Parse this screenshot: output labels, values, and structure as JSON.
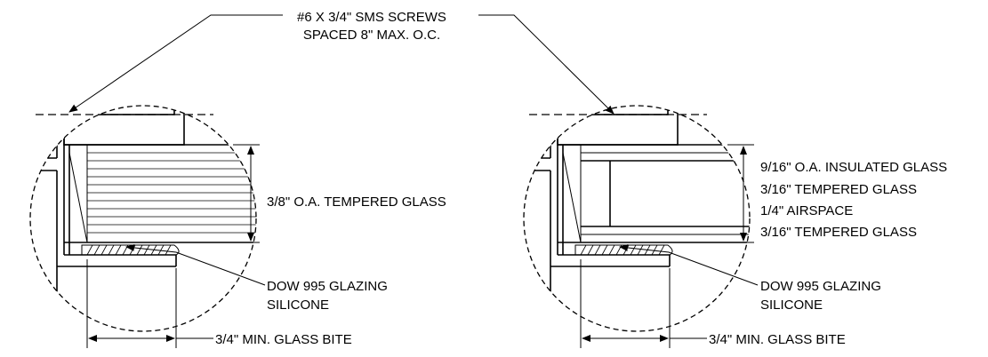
{
  "callouts": {
    "screws_line1": "#6 X 3/4\" SMS SCREWS",
    "screws_line2": "SPACED 8\" MAX. O.C."
  },
  "left_detail": {
    "glass_label": "3/8\" O.A. TEMPERED GLASS",
    "silicone_line1": "DOW 995 GLAZING",
    "silicone_line2": "SILICONE",
    "bite_label": "3/4\" MIN. GLASS BITE"
  },
  "right_detail": {
    "glass_line1": "9/16\" O.A. INSULATED GLASS",
    "glass_line2": "3/16\" TEMPERED GLASS",
    "glass_line3": "1/4\" AIRSPACE",
    "glass_line4": "3/16\" TEMPERED GLASS",
    "silicone_line1": "DOW 995 GLAZING",
    "silicone_line2": "SILICONE",
    "bite_label": "3/4\" MIN. GLASS BITE"
  }
}
